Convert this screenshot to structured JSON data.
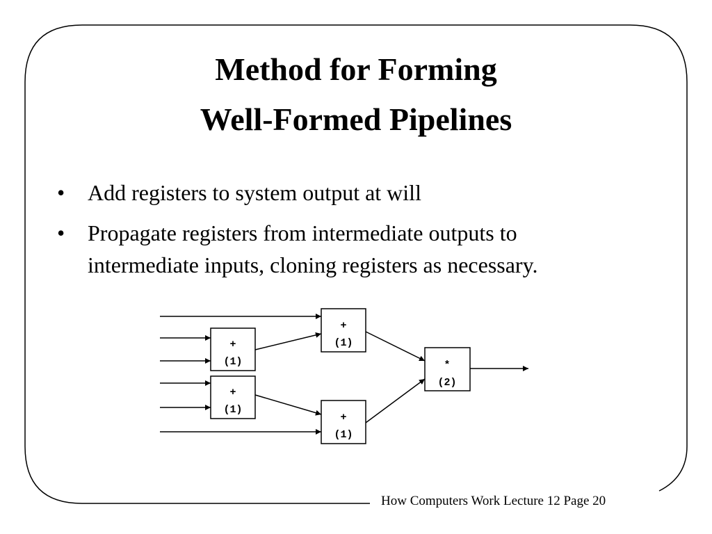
{
  "title": {
    "line1": "Method for Forming",
    "line2": "Well-Formed Pipelines"
  },
  "bullets": [
    {
      "marker": "•",
      "lines": [
        "Add registers to system output at will"
      ]
    },
    {
      "marker": "•",
      "lines": [
        "Propagate registers from intermediate outputs to",
        "intermediate inputs, cloning registers as necessary."
      ]
    }
  ],
  "diagram": {
    "boxes": [
      {
        "id": "add-left-top",
        "op": "+",
        "latency": "(1)"
      },
      {
        "id": "add-left-bottom",
        "op": "+",
        "latency": "(1)"
      },
      {
        "id": "add-mid-top",
        "op": "+",
        "latency": "(1)"
      },
      {
        "id": "add-mid-bottom",
        "op": "+",
        "latency": "(1)"
      },
      {
        "id": "multiply",
        "op": "*",
        "latency": "(2)"
      }
    ]
  },
  "footer": {
    "text": "How Computers Work Lecture 12 Page 20"
  }
}
